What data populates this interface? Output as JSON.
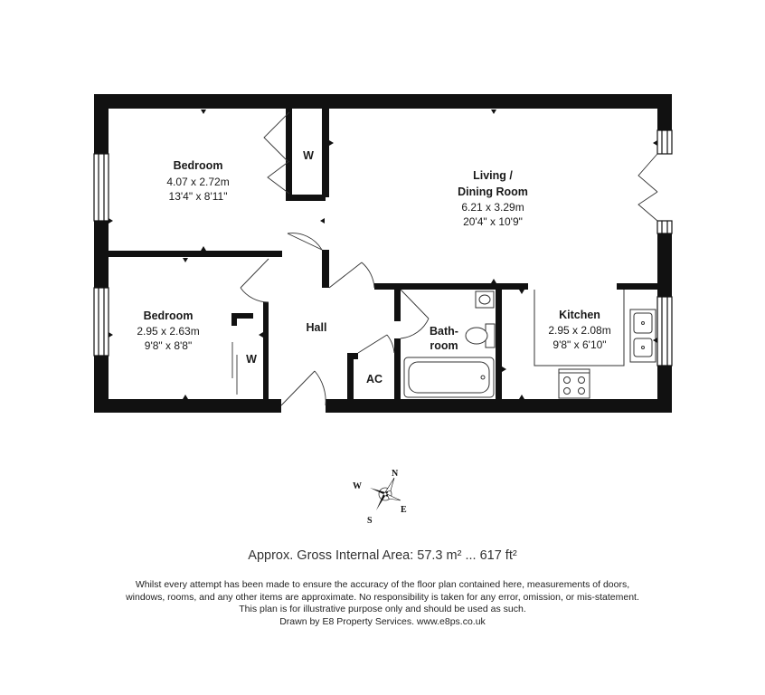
{
  "rooms": {
    "bedroom1": {
      "name": "Bedroom",
      "metric": "4.07 x 2.72m",
      "imperial": "13'4\" x 8'11\""
    },
    "bedroom2": {
      "name": "Bedroom",
      "metric": "2.95 x 2.63m",
      "imperial": "9'8\" x 8'8\""
    },
    "living": {
      "name_line1": "Living /",
      "name_line2": "Dining Room",
      "metric": "6.21 x 3.29m",
      "imperial": "20'4\" x 10'9\""
    },
    "kitchen": {
      "name": "Kitchen",
      "metric": "2.95 x 2.08m",
      "imperial": "9'8\" x 6'10\""
    },
    "bathroom": {
      "line1": "Bath-",
      "line2": "room"
    },
    "hall": {
      "name": "Hall"
    },
    "ac": {
      "name": "AC"
    },
    "wardrobe1": {
      "name": "W"
    },
    "wardrobe2": {
      "name": "W"
    }
  },
  "compass": {
    "n": "N",
    "e": "E",
    "s": "S",
    "w": "W"
  },
  "footer": {
    "area": "Approx. Gross Internal Area: 57.3 m² ... 617 ft²",
    "disclaimer": [
      "Whilst every attempt has been made to ensure the accuracy of the floor plan contained here, measurements of doors,",
      "windows, rooms, and any other items are approximate. No responsibility is taken for any error, omission, or mis-statement.",
      "This plan is for illustrative purpose only and should be used as such.",
      "Drawn by E8 Property Services. www.e8ps.co.uk"
    ]
  }
}
